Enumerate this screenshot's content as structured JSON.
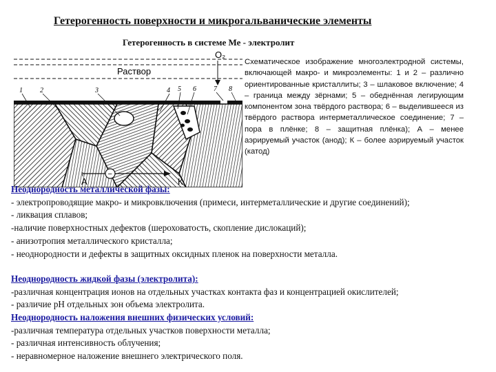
{
  "title": "Гетерогенность поверхности и микрогальванические элементы",
  "subtitle": "Гетерогенность в системе Ме - электролит",
  "diagram": {
    "o2_label": "O₂",
    "solution_label": "Раствор",
    "numbers": [
      "1",
      "2",
      "3",
      "4",
      "5",
      "6",
      "7",
      "8"
    ],
    "anode_label": "А",
    "cathode_label": "К",
    "electron_symbol": "e",
    "minus_sign": "−"
  },
  "caption": [
    "Схематическое изображение многоэлектродной системы, включающей макро- и микроэлементы:",
    "1 и 2 – различно ориентированные кристаллиты;",
    "3 – шлаковое включение;",
    "4 – граница между зёрнами;",
    "5 – обеднённая легирующим компонентом зона твёрдого раствора;",
    "6 – выделившееся из твёрдого раствора интерметаллическое соединение;",
    "7 – пора в плёнке;",
    "8 – защитная плёнка);",
    "А – менее аэрируемый участок (анод); К – более аэрируемый участок (катод)"
  ],
  "sections": [
    {
      "heading": "Неоднородность металлической фазы:",
      "lines": [
        "- электропроводящие макро- и микровключения (примеси, интерметаллические и другие соединений);",
        " - ликвация сплавов;",
        "-наличие поверхностных дефектов (шероховатость, скопление дислокаций);",
        "- анизотропия металлического кристалла;",
        "- неоднородности и дефекты в защитных оксидных пленок на поверхности металла."
      ]
    },
    {
      "heading": "Неоднородность жидкой фазы (электролита):",
      "lines": [
        "-различная концентрация ионов на отдельных участках контакта фаз и концентрацией окислителей;",
        "- различие pH отдельных зон объема электролита."
      ]
    },
    {
      "heading": "Неоднородность наложения внешних физических условий:",
      "lines": [
        "-различная температура отдельных участков поверхности металла;",
        "- различная интенсивность облучения;",
        "- неравномерное наложение внешнего электрического поля."
      ]
    }
  ]
}
